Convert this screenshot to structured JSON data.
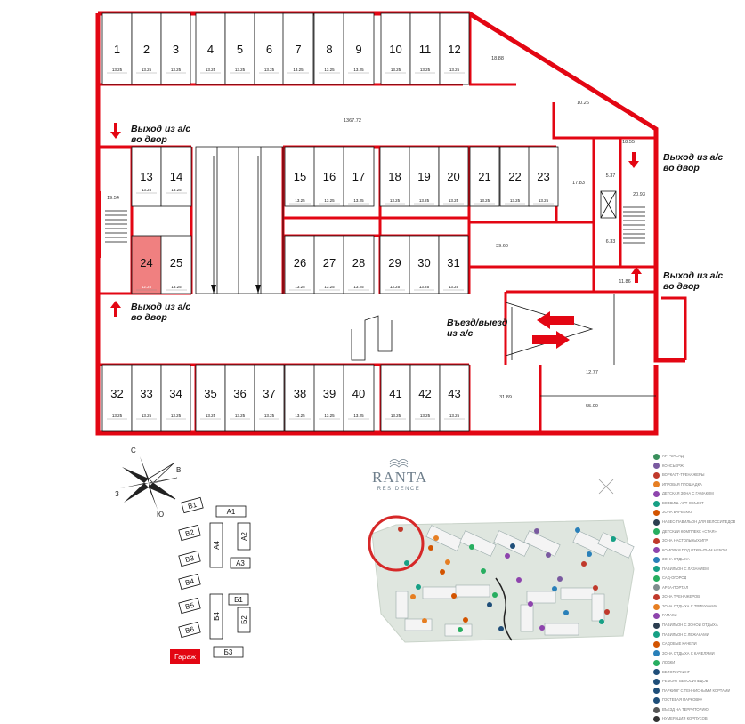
{
  "plan": {
    "space_labels": [
      "1",
      "2",
      "3",
      "4",
      "5",
      "6",
      "7",
      "8",
      "9",
      "10",
      "11",
      "12",
      "13",
      "14",
      "15",
      "16",
      "17",
      "18",
      "19",
      "20",
      "21",
      "22",
      "23",
      "24",
      "25",
      "26",
      "27",
      "28",
      "29",
      "30",
      "31",
      "32",
      "33",
      "34",
      "35",
      "36",
      "37",
      "38",
      "39",
      "40",
      "41",
      "42",
      "43"
    ],
    "space_area": "13.25",
    "highlighted_space": "24",
    "highlighted_area": "12.25",
    "total_area": "1367.72",
    "room_areas": {
      "r1": "18.88",
      "r2": "10.26",
      "r3": "18.55",
      "r4": "19.54",
      "r5": "17.83",
      "r6": "5.37",
      "r7": "20.93",
      "r8": "6.33",
      "r9": "39.60",
      "r10": "11.86",
      "r11": "12.77",
      "r12": "31.89",
      "r13": "55.00"
    },
    "exit_top_left": [
      "Выход из а/с",
      "во двор"
    ],
    "exit_bottom_left": [
      "Выход из а/с",
      "во двор"
    ],
    "exit_right_top": [
      "Выход из а/с",
      "во двор"
    ],
    "exit_right_bottom": [
      "Выход из а/с",
      "во двор"
    ],
    "entry": [
      "Въезд/выезд",
      "из а/с"
    ],
    "colors": {
      "wall": "#e30613",
      "highlight": "#f08080",
      "line": "#111111"
    }
  },
  "compass": {
    "n": "С",
    "s": "Ю",
    "e": "В",
    "w": "З"
  },
  "mini_map": {
    "blocks": [
      "В1",
      "В2",
      "В3",
      "В4",
      "В5",
      "В6",
      "А1",
      "А2",
      "А3",
      "А4",
      "Б1",
      "Б2",
      "Б3",
      "Б4"
    ],
    "garage": "Гараж"
  },
  "site": {
    "brand": "RANTA",
    "sub": "RESIDENCE"
  },
  "legend": {
    "items": [
      {
        "text": "АРТ-ФАСАД",
        "color": "#3a8f5c"
      },
      {
        "text": "КОНСЬЕРЖ",
        "color": "#7a5aa0"
      },
      {
        "text": "ВОРКАУТ-ТРЕНАЖЕРЫ",
        "color": "#c0392b"
      },
      {
        "text": "ИГРОВАЯ ПЛОЩАДКА",
        "color": "#e67e22"
      },
      {
        "text": "ДЕТСКАЯ ЗОНА С ГАМАКОМ",
        "color": "#8e44ad"
      },
      {
        "text": "ВОЗВИШ. АРТ-ОБЪЕКТ",
        "color": "#16a085"
      },
      {
        "text": "ЗОНА БАРБЕКЮ",
        "color": "#d35400"
      },
      {
        "text": "НАВЕС-ПАВИЛЬОН ДЛЯ ВЕЛОСИПЕДОВ",
        "color": "#2c3e50"
      },
      {
        "text": "ДЕТСКИЙ КОМПЛЕКС «СТАЯ»",
        "color": "#27ae60"
      },
      {
        "text": "ЗОНА НАСТОЛЬНЫХ ИГР",
        "color": "#c0392b"
      },
      {
        "text": "КОМОРКИ ПОД ОТКРЫТЫМ НЕБОМ",
        "color": "#8e44ad"
      },
      {
        "text": "ЗОНА ОТДЫХА",
        "color": "#2980b9"
      },
      {
        "text": "ПАВИЛЬОН С ЛАЗАНИЕМ",
        "color": "#16a085"
      },
      {
        "text": "САД-ОГОРОД",
        "color": "#27ae60"
      },
      {
        "text": "АРКА-ПОРТАЛ",
        "color": "#7f8c8d"
      },
      {
        "text": "ЗОНА ТРЕНАЖЕРОВ",
        "color": "#c0392b"
      },
      {
        "text": "ЗОНА ОТДЫХА С ТРИБУНАМИ",
        "color": "#e67e22"
      },
      {
        "text": "ГАМАКИ",
        "color": "#8e44ad"
      },
      {
        "text": "ПАВИЛЬОН С ЗОНОЙ ОТДЫХА",
        "color": "#2c3e50"
      },
      {
        "text": "ПАВИЛЬОН С ЛЕЖАКАМИ",
        "color": "#16a085"
      },
      {
        "text": "САДОВЫЕ КАЧЕЛИ",
        "color": "#d35400"
      },
      {
        "text": "ЗОНА ОТДЫХА С КАЧЕЛЯМИ",
        "color": "#2980b9"
      },
      {
        "text": "ЛОДКИ",
        "color": "#27ae60"
      },
      {
        "text": "ВЕЛОПАРКИНГ",
        "color": "#1f4e79"
      },
      {
        "text": "РЕМОНТ ВЕЛОСИПЕДОВ",
        "color": "#1f4e79"
      },
      {
        "text": "ПАРКИНГ С ТЕННИСНЫМИ КОРТАМИ",
        "color": "#1f4e79"
      },
      {
        "text": "ГОСТЕВАЯ ПАРКОВКА",
        "color": "#1f4e79"
      },
      {
        "text": "ВЪЕЗД НА ТЕРРИТОРИЮ",
        "color": "#555555"
      },
      {
        "text": "НУМЕРАЦИЯ КОРПУСОВ",
        "color": "#333333"
      }
    ]
  }
}
